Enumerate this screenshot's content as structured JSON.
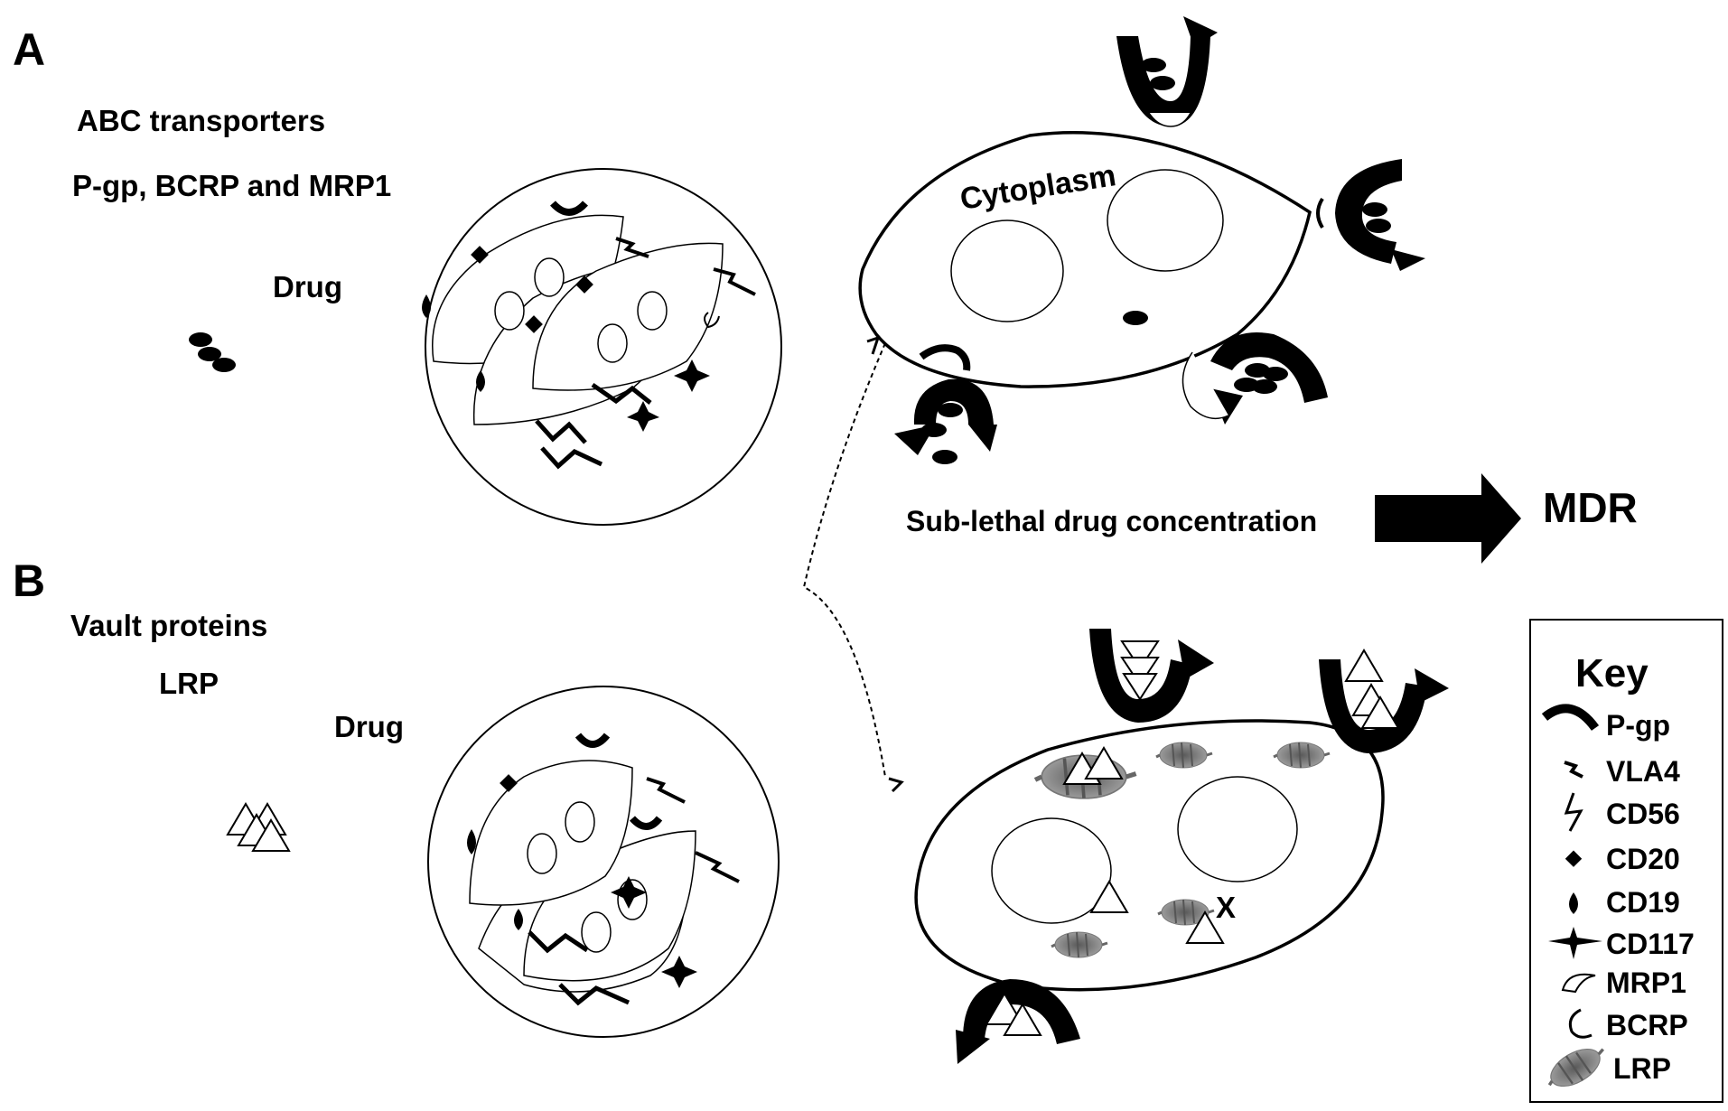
{
  "panel_a": {
    "letter": "A",
    "title": "ABC transporters",
    "subtitle": "P-gp, BCRP and MRP1",
    "drug_label": "Drug",
    "cytoplasm_label": "Cytoplasm"
  },
  "panel_b": {
    "letter": "B",
    "title": "Vault proteins",
    "subtitle": "LRP",
    "drug_label": "Drug",
    "x_mark": "X"
  },
  "outcome": {
    "label": "Sub-lethal drug concentration",
    "result": "MDR"
  },
  "key": {
    "title": "Key",
    "items": [
      {
        "label": "P-gp",
        "icon": "pgp-icon"
      },
      {
        "label": "VLA4",
        "icon": "vla4-icon"
      },
      {
        "label": "CD56",
        "icon": "cd56-icon"
      },
      {
        "label": "CD20",
        "icon": "cd20-icon"
      },
      {
        "label": "CD19",
        "icon": "cd19-icon"
      },
      {
        "label": "CD117",
        "icon": "cd117-icon"
      },
      {
        "label": "MRP1",
        "icon": "mrp1-icon"
      },
      {
        "label": "BCRP",
        "icon": "bcrp-icon"
      },
      {
        "label": "LRP",
        "icon": "lrp-icon"
      }
    ]
  }
}
